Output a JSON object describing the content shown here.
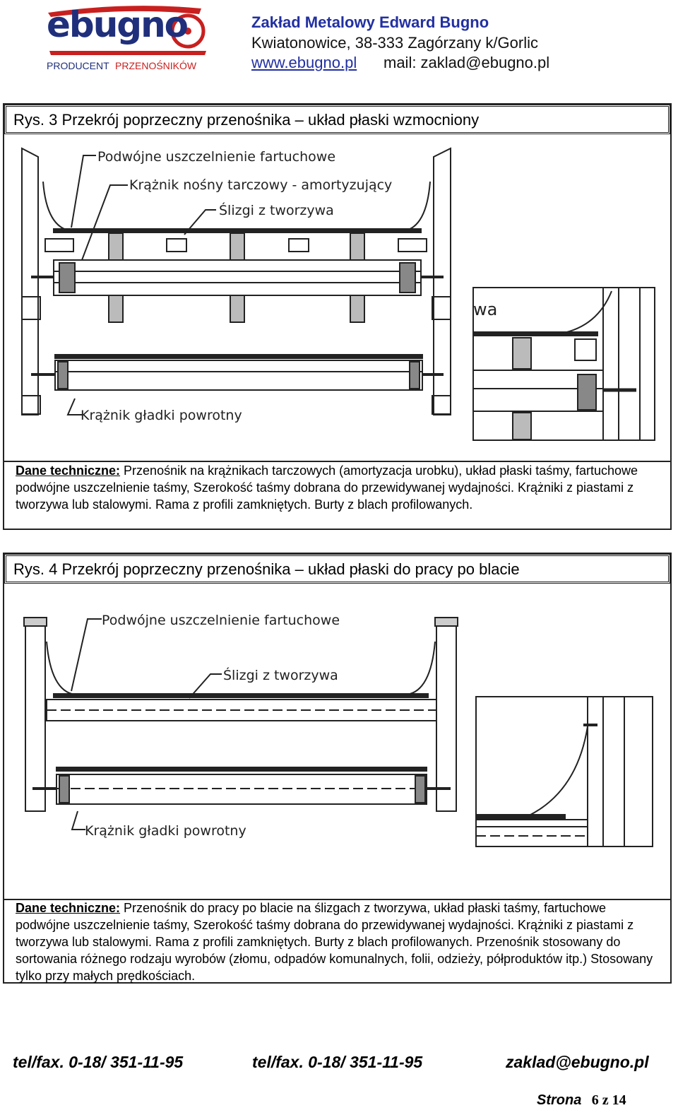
{
  "header": {
    "logo_word": "ebugno",
    "logo_sub_part1": "PRODUCENT",
    "logo_sub_part2": "PRZENOŚNIKÓW",
    "company": "Zakład Metalowy Edward Bugno",
    "address": "Kwiatonowice, 38-333 Zagórzany  k/Gorlic",
    "website": "www.ebugno.pl",
    "mail": "mail: zaklad@ebugno.pl"
  },
  "figure3": {
    "title": "Rys. 3 Przekrój poprzeczny przenośnika – układ płaski wzmocniony",
    "labels": {
      "seal": "Podwójne uszczelnienie fartuchowe",
      "idler": "Krążnik nośny tarczowy - amortyzujący",
      "slides": "Ślizgi z tworzywa",
      "return": "Krążnik gładki powrotny",
      "detail_fragment": "wa"
    },
    "desc_term": "Dane techniczne:",
    "desc_text": " Przenośnik na krążnikach tarczowych (amortyzacja urobku), układ płaski taśmy, fartuchowe podwójne uszczelnienie taśmy, Szerokość taśmy dobrana do przewidywanej wydajności. Krążniki z piastami z tworzywa lub stalowymi. Rama z profili zamkniętych. Burty z blach profilowanych."
  },
  "figure4": {
    "title": "Rys. 4 Przekrój poprzeczny przenośnika – układ płaski do pracy po blacie",
    "labels": {
      "seal": "Podwójne uszczelnienie fartuchowe",
      "slides": "Ślizgi z tworzywa",
      "return": "Krążnik gładki powrotny"
    },
    "desc_term": "Dane techniczne:",
    "desc_text": " Przenośnik do pracy po blacie na ślizgach z tworzywa, układ płaski taśmy, fartuchowe podwójne uszczelnienie taśmy, Szerokość taśmy dobrana do przewidywanej wydajności. Krążniki z piastami z tworzywa lub stalowymi. Rama z profili zamkniętych. Burty z blach profilowanych. Przenośnik stosowany do sortowania różnego rodzaju wyrobów (złomu, odpadów komunalnych, folii, odzieży, półproduktów itp.) Stosowany tylko przy małych prędkościach."
  },
  "footer": {
    "tel1": "tel/fax. 0-18/ 351-11-95",
    "tel2": "tel/fax. 0-18/ 351-11-95",
    "email": "zaklad@ebugno.pl",
    "page_label": "Strona",
    "page_num": "6 z 14"
  },
  "colors": {
    "brand_blue": "#2230a2",
    "logo_blue": "#1f2f7c",
    "logo_red": "#c8201f"
  }
}
